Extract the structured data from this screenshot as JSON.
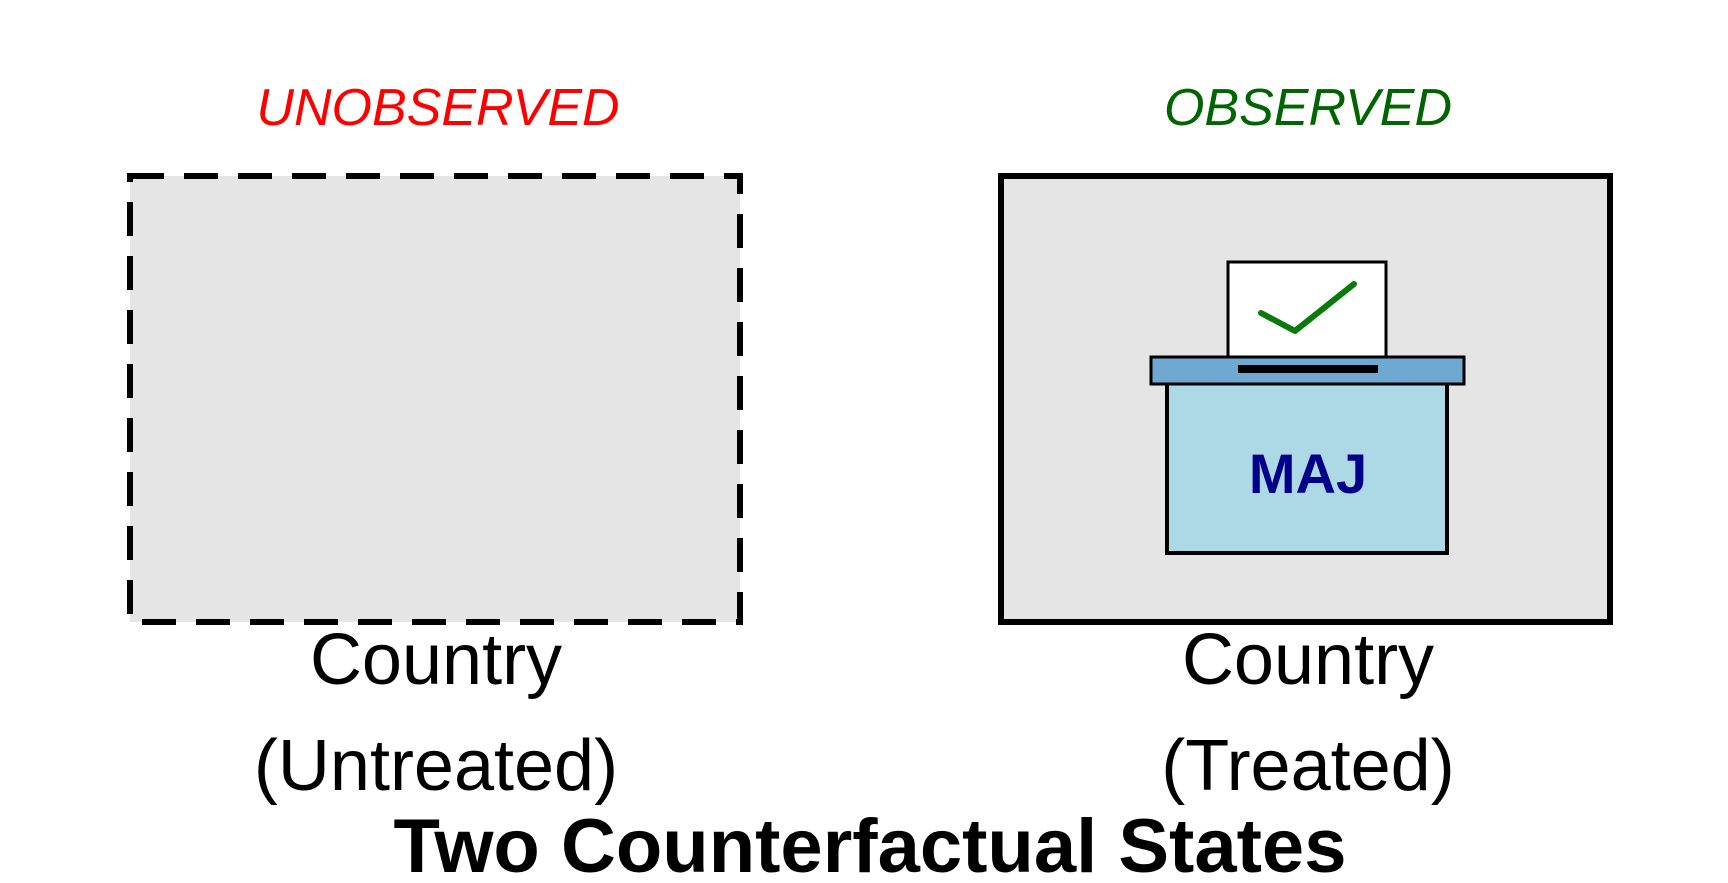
{
  "title": "Two Counterfactual States",
  "panels": {
    "left": {
      "status": "UNOBSERVED",
      "status_color": "#ff0000",
      "border_style": "dashed",
      "line1": "Country",
      "line2": "(Untreated)"
    },
    "right": {
      "status": "OBSERVED",
      "status_color": "#006400",
      "border_style": "solid",
      "line1": "Country",
      "line2": "(Treated)",
      "ballot_box_label": "MAJ"
    }
  },
  "colors": {
    "panel_fill": "#e5e5e5",
    "box_fill": "#add8e6",
    "box_lid": "#6fa8d0",
    "box_label": "#00008b",
    "checkmark": "#0a7a0a"
  },
  "icons": {
    "ballot": "ballot-box-icon",
    "check": "checkmark-icon"
  }
}
